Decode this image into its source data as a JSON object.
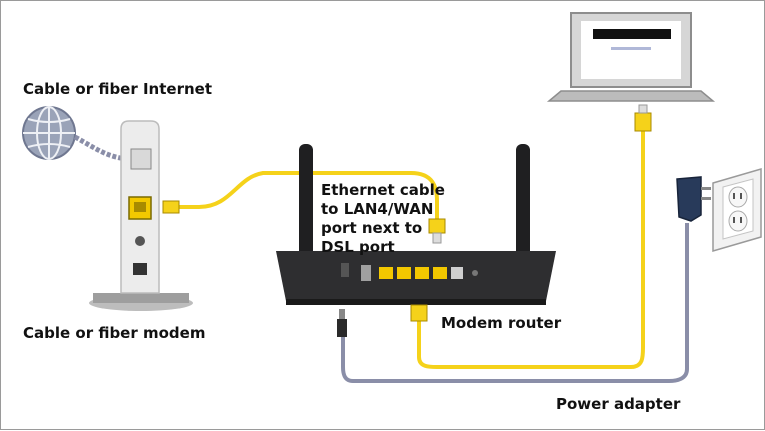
{
  "labels": {
    "internet": "Cable or fiber Internet",
    "modem": "Cable or fiber modem",
    "ethernet": "Ethernet cable to LAN4/WAN port next to DSL port",
    "router": "Modem router",
    "power": "Power adapter"
  },
  "colors": {
    "ethernet_cable": "#f5d21a",
    "power_cable": "#8a8ea8",
    "router_body": "#2e2e30",
    "modem_body": "#ececec",
    "port_yellow": "#f3c800"
  },
  "icons": [
    "globe-icon",
    "laptop-icon",
    "wall-outlet-icon",
    "power-plug-icon"
  ]
}
